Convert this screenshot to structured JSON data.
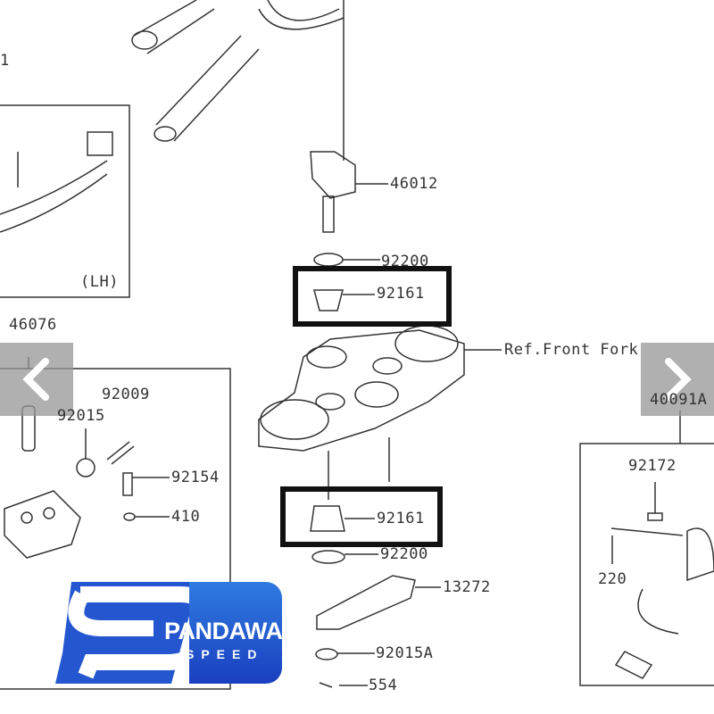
{
  "diagram": {
    "labels": {
      "part_1": "1",
      "lh": "(LH)",
      "p46076": "46076",
      "p92009": "92009",
      "p92015": "92015",
      "p92154": "92154",
      "p410": "410",
      "p46012": "46012",
      "p92200_top": "92200",
      "p92161_top": "92161",
      "ref_front_fork": "Ref.Front Fork",
      "p92161_bottom": "92161",
      "p92200_bottom": "92200",
      "p13272": "13272",
      "p92015A": "92015A",
      "p554": "554",
      "p40091A": "40091A",
      "p92172": "92172",
      "p220": "220"
    }
  },
  "logo": {
    "brand": "PANDAWA",
    "sub": "SPEED"
  },
  "carousel": {
    "prev_icon": "chevron-left-icon",
    "next_icon": "chevron-right-icon"
  }
}
